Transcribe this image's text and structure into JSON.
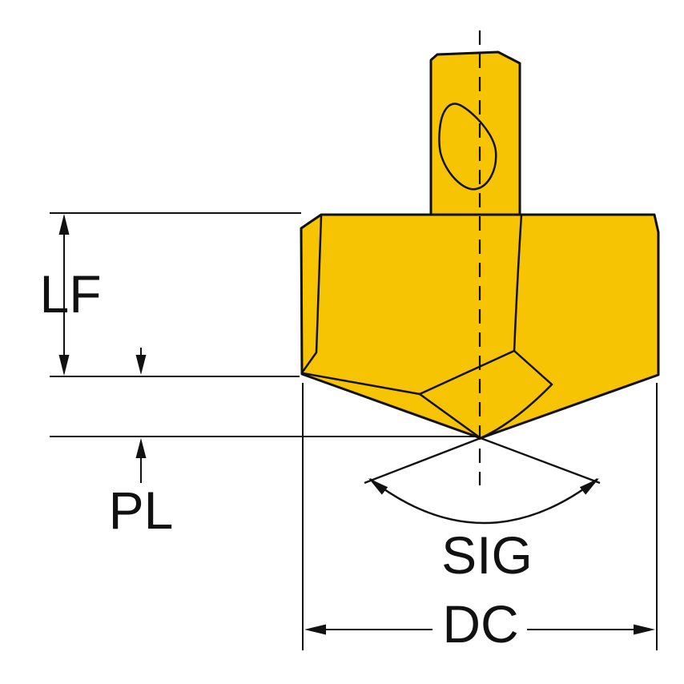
{
  "diagram": {
    "dimension_labels": {
      "lf": "LF",
      "pl": "PL",
      "sig": "SIG",
      "dc": "DC"
    },
    "colors": {
      "insert_fill": "#F6C402",
      "outline": "#111111",
      "background": "#FFFFFF"
    }
  }
}
